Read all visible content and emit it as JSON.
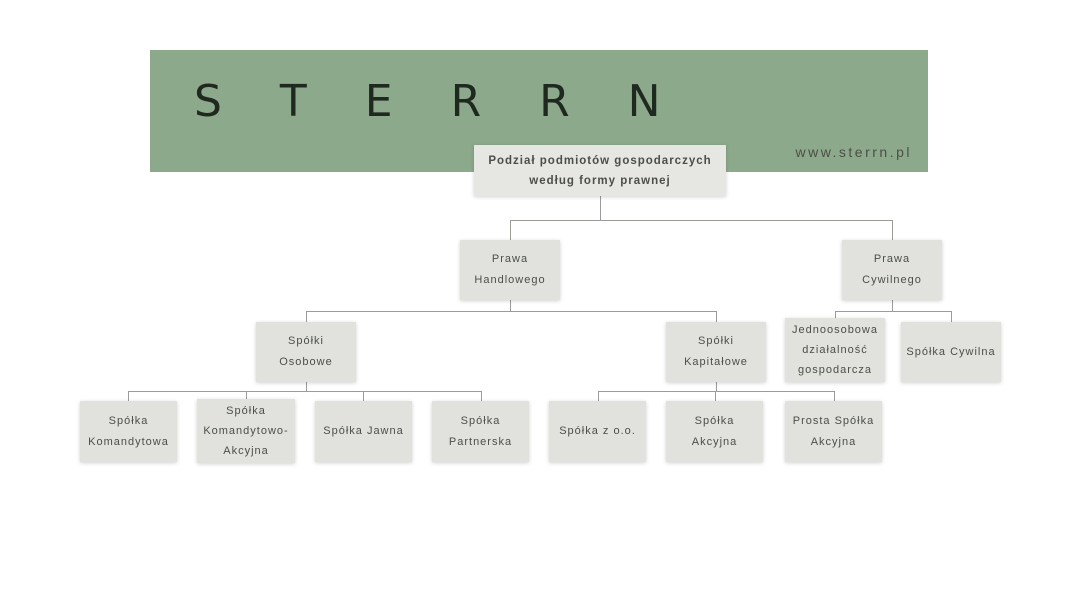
{
  "banner": {
    "logo": "S T E R R N",
    "website": "www.sterrn.pl"
  },
  "nodes": {
    "root": "Podział podmiotów gospodarczych\nwedług formy prawnej",
    "prawa_handlowego": "Prawa\nHandlowego",
    "prawa_cywilnego": "Prawa\nCywilnego",
    "spolki_osobowe": "Spółki\nOsobowe",
    "spolki_kapitalowe": "Spółki\nKapitałowe",
    "jednoosobowa": "Jednoosobowa\ndziałalność\ngospodarcza",
    "spolka_cywilna": "Spółka Cywilna",
    "spolka_komandytowa": "Spółka\nKomandytowa",
    "spolka_komandytowo_akcyjna": "Spółka\nKomandytowo-\nAkcyjna",
    "spolka_jawna": "Spółka Jawna",
    "spolka_partnerska": "Spółka\nPartnerska",
    "spolka_zoo": "Spółka z o.o.",
    "spolka_akcyjna": "Spółka\nAkcyjna",
    "prosta_spolka_akcyjna": "Prosta Spółka\nAkcyjna"
  },
  "colors": {
    "banner": "#8DA98B",
    "box": "#E1E2DE",
    "box_root": "#E6E7E3",
    "text": "#4B4F48",
    "line": "#9B9B98",
    "logo": "#1F2920"
  }
}
